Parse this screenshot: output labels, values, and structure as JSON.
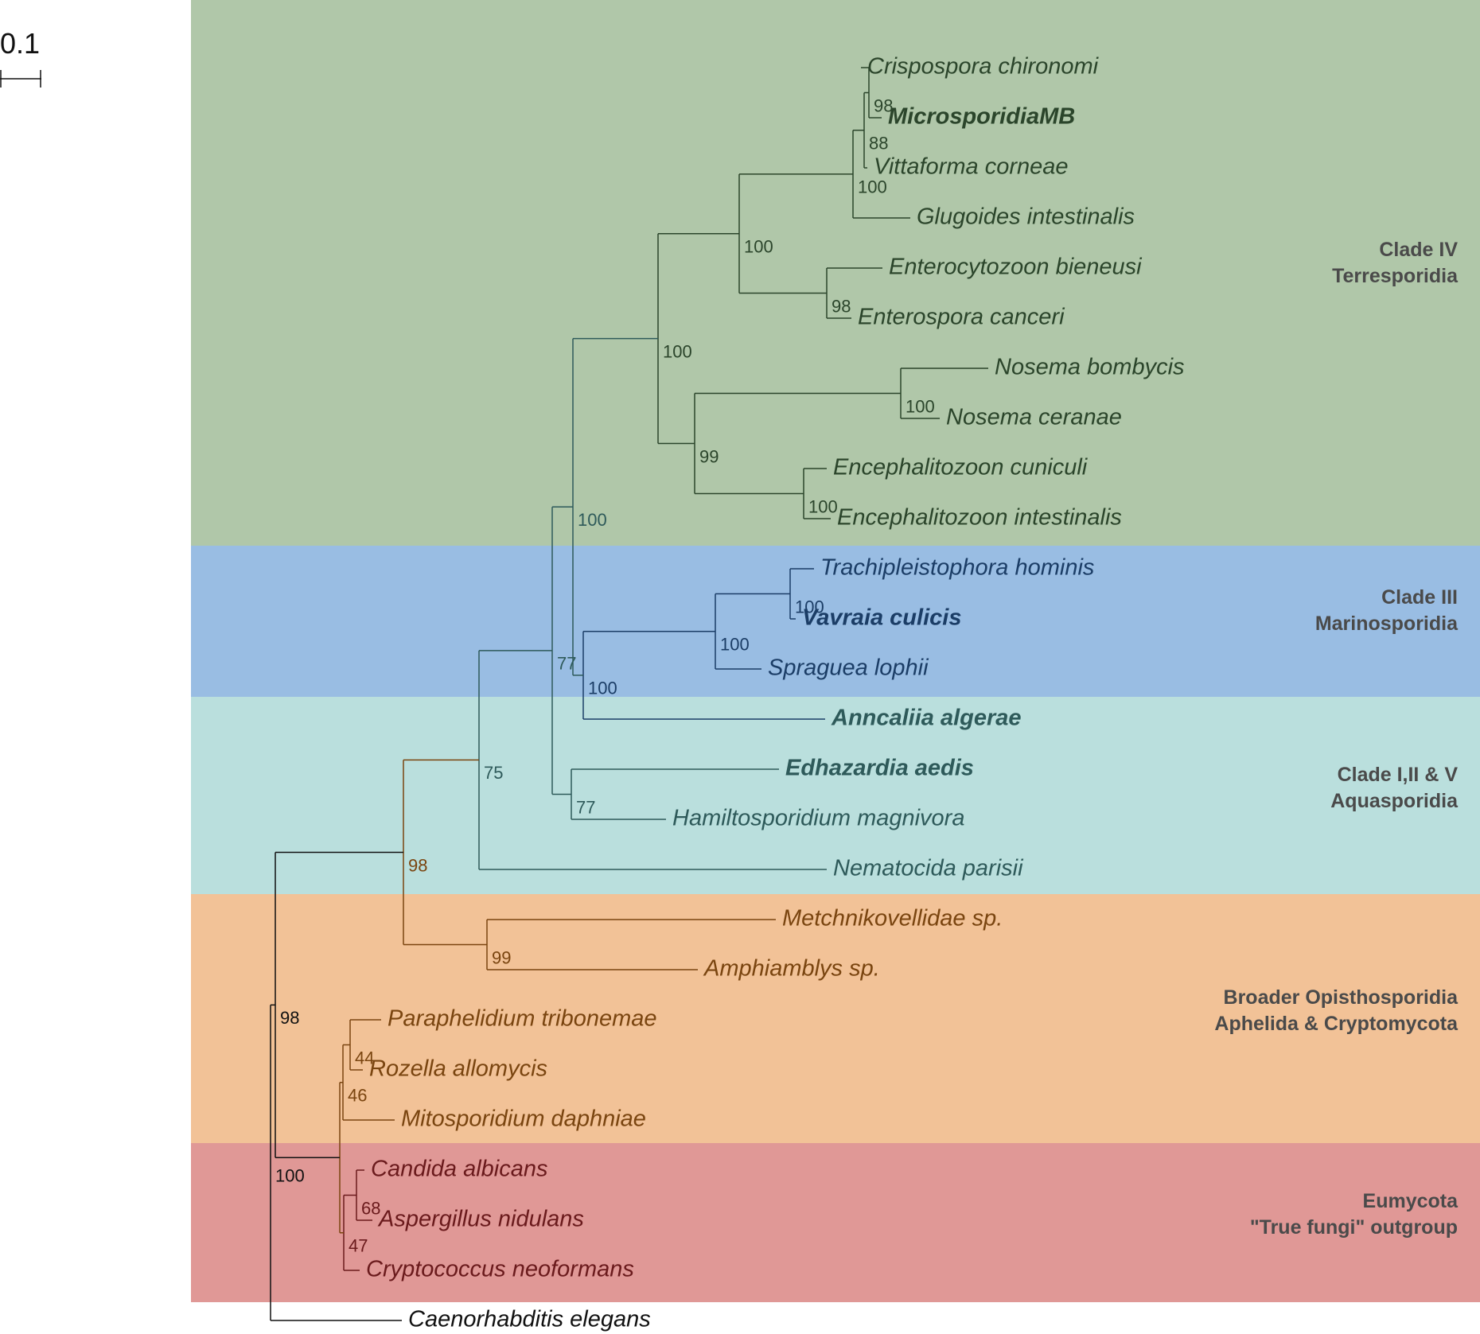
{
  "scale_bar": {
    "label": "0.1"
  },
  "colors": {
    "clade4_bg": "#b0c7a9",
    "clade4_text": "#2b452b",
    "clade3_bg": "#99bde3",
    "clade3_text": "#1b3d66",
    "aqua_bg": "#badfdd",
    "aqua_text": "#2e5a5a",
    "opis_bg": "#f2c297",
    "opis_text": "#7a4510",
    "eumy_bg": "#e09896",
    "eumy_text": "#6a1a1c",
    "outgroup_text": "#111111"
  },
  "clades": [
    {
      "id": "clade4",
      "line1": "Clade IV",
      "line2": "Terresporidia"
    },
    {
      "id": "clade3",
      "line1": "Clade III",
      "line2": "Marinosporidia"
    },
    {
      "id": "aqua",
      "line1": "Clade I,II & V",
      "line2": "Aquasporidia"
    },
    {
      "id": "opis",
      "line1": "Broader Opisthosporidia",
      "line2": "Aphelida & Cryptomycota"
    },
    {
      "id": "eumy",
      "line1": "Eumycota",
      "line2": "\"True fungi\" outgroup"
    }
  ],
  "taxa": [
    {
      "name": "Crispospora chironomi",
      "bold": false,
      "group": "clade4"
    },
    {
      "name": "MicrosporidiaMB",
      "bold": true,
      "group": "clade4"
    },
    {
      "name": "Vittaforma corneae",
      "bold": false,
      "group": "clade4"
    },
    {
      "name": "Glugoides intestinalis",
      "bold": false,
      "group": "clade4"
    },
    {
      "name": "Enterocytozoon bieneusi",
      "bold": false,
      "group": "clade4"
    },
    {
      "name": "Enterospora canceri",
      "bold": false,
      "group": "clade4"
    },
    {
      "name": "Nosema bombycis",
      "bold": false,
      "group": "clade4"
    },
    {
      "name": "Nosema ceranae",
      "bold": false,
      "group": "clade4"
    },
    {
      "name": "Encephalitozoon cuniculi",
      "bold": false,
      "group": "clade4"
    },
    {
      "name": "Encephalitozoon intestinalis",
      "bold": false,
      "group": "clade4"
    },
    {
      "name": "Trachipleistophora hominis",
      "bold": false,
      "group": "clade3"
    },
    {
      "name": "Vavraia culicis",
      "bold": true,
      "group": "clade3"
    },
    {
      "name": "Spraguea lophii",
      "bold": false,
      "group": "clade3"
    },
    {
      "name": "Anncaliia algerae",
      "bold": true,
      "group": "aqua"
    },
    {
      "name": "Edhazardia aedis",
      "bold": true,
      "group": "aqua"
    },
    {
      "name": "Hamiltosporidium magnivora",
      "bold": false,
      "group": "aqua"
    },
    {
      "name": "Nematocida parisii",
      "bold": false,
      "group": "aqua"
    },
    {
      "name": "Metchnikovellidae sp.",
      "bold": false,
      "group": "opis"
    },
    {
      "name": "Amphiamblys sp.",
      "bold": false,
      "group": "opis"
    },
    {
      "name": "Paraphelidium tribonemae",
      "bold": false,
      "group": "opis"
    },
    {
      "name": "Rozella allomycis",
      "bold": false,
      "group": "opis"
    },
    {
      "name": "Mitosporidium daphniae",
      "bold": false,
      "group": "opis"
    },
    {
      "name": "Candida albicans",
      "bold": false,
      "group": "eumy"
    },
    {
      "name": "Aspergillus nidulans",
      "bold": false,
      "group": "eumy"
    },
    {
      "name": "Cryptococcus neoformans",
      "bold": false,
      "group": "eumy"
    },
    {
      "name": "Caenorhabditis elegans",
      "bold": false,
      "group": "outgroup"
    }
  ],
  "support_values": [
    "98",
    "88",
    "100",
    "100",
    "98",
    "100",
    "100",
    "99",
    "100",
    "77",
    "100",
    "100",
    "100",
    "75",
    "77",
    "98",
    "98",
    "99",
    "44",
    "46",
    "100",
    "68",
    "47",
    "100"
  ]
}
